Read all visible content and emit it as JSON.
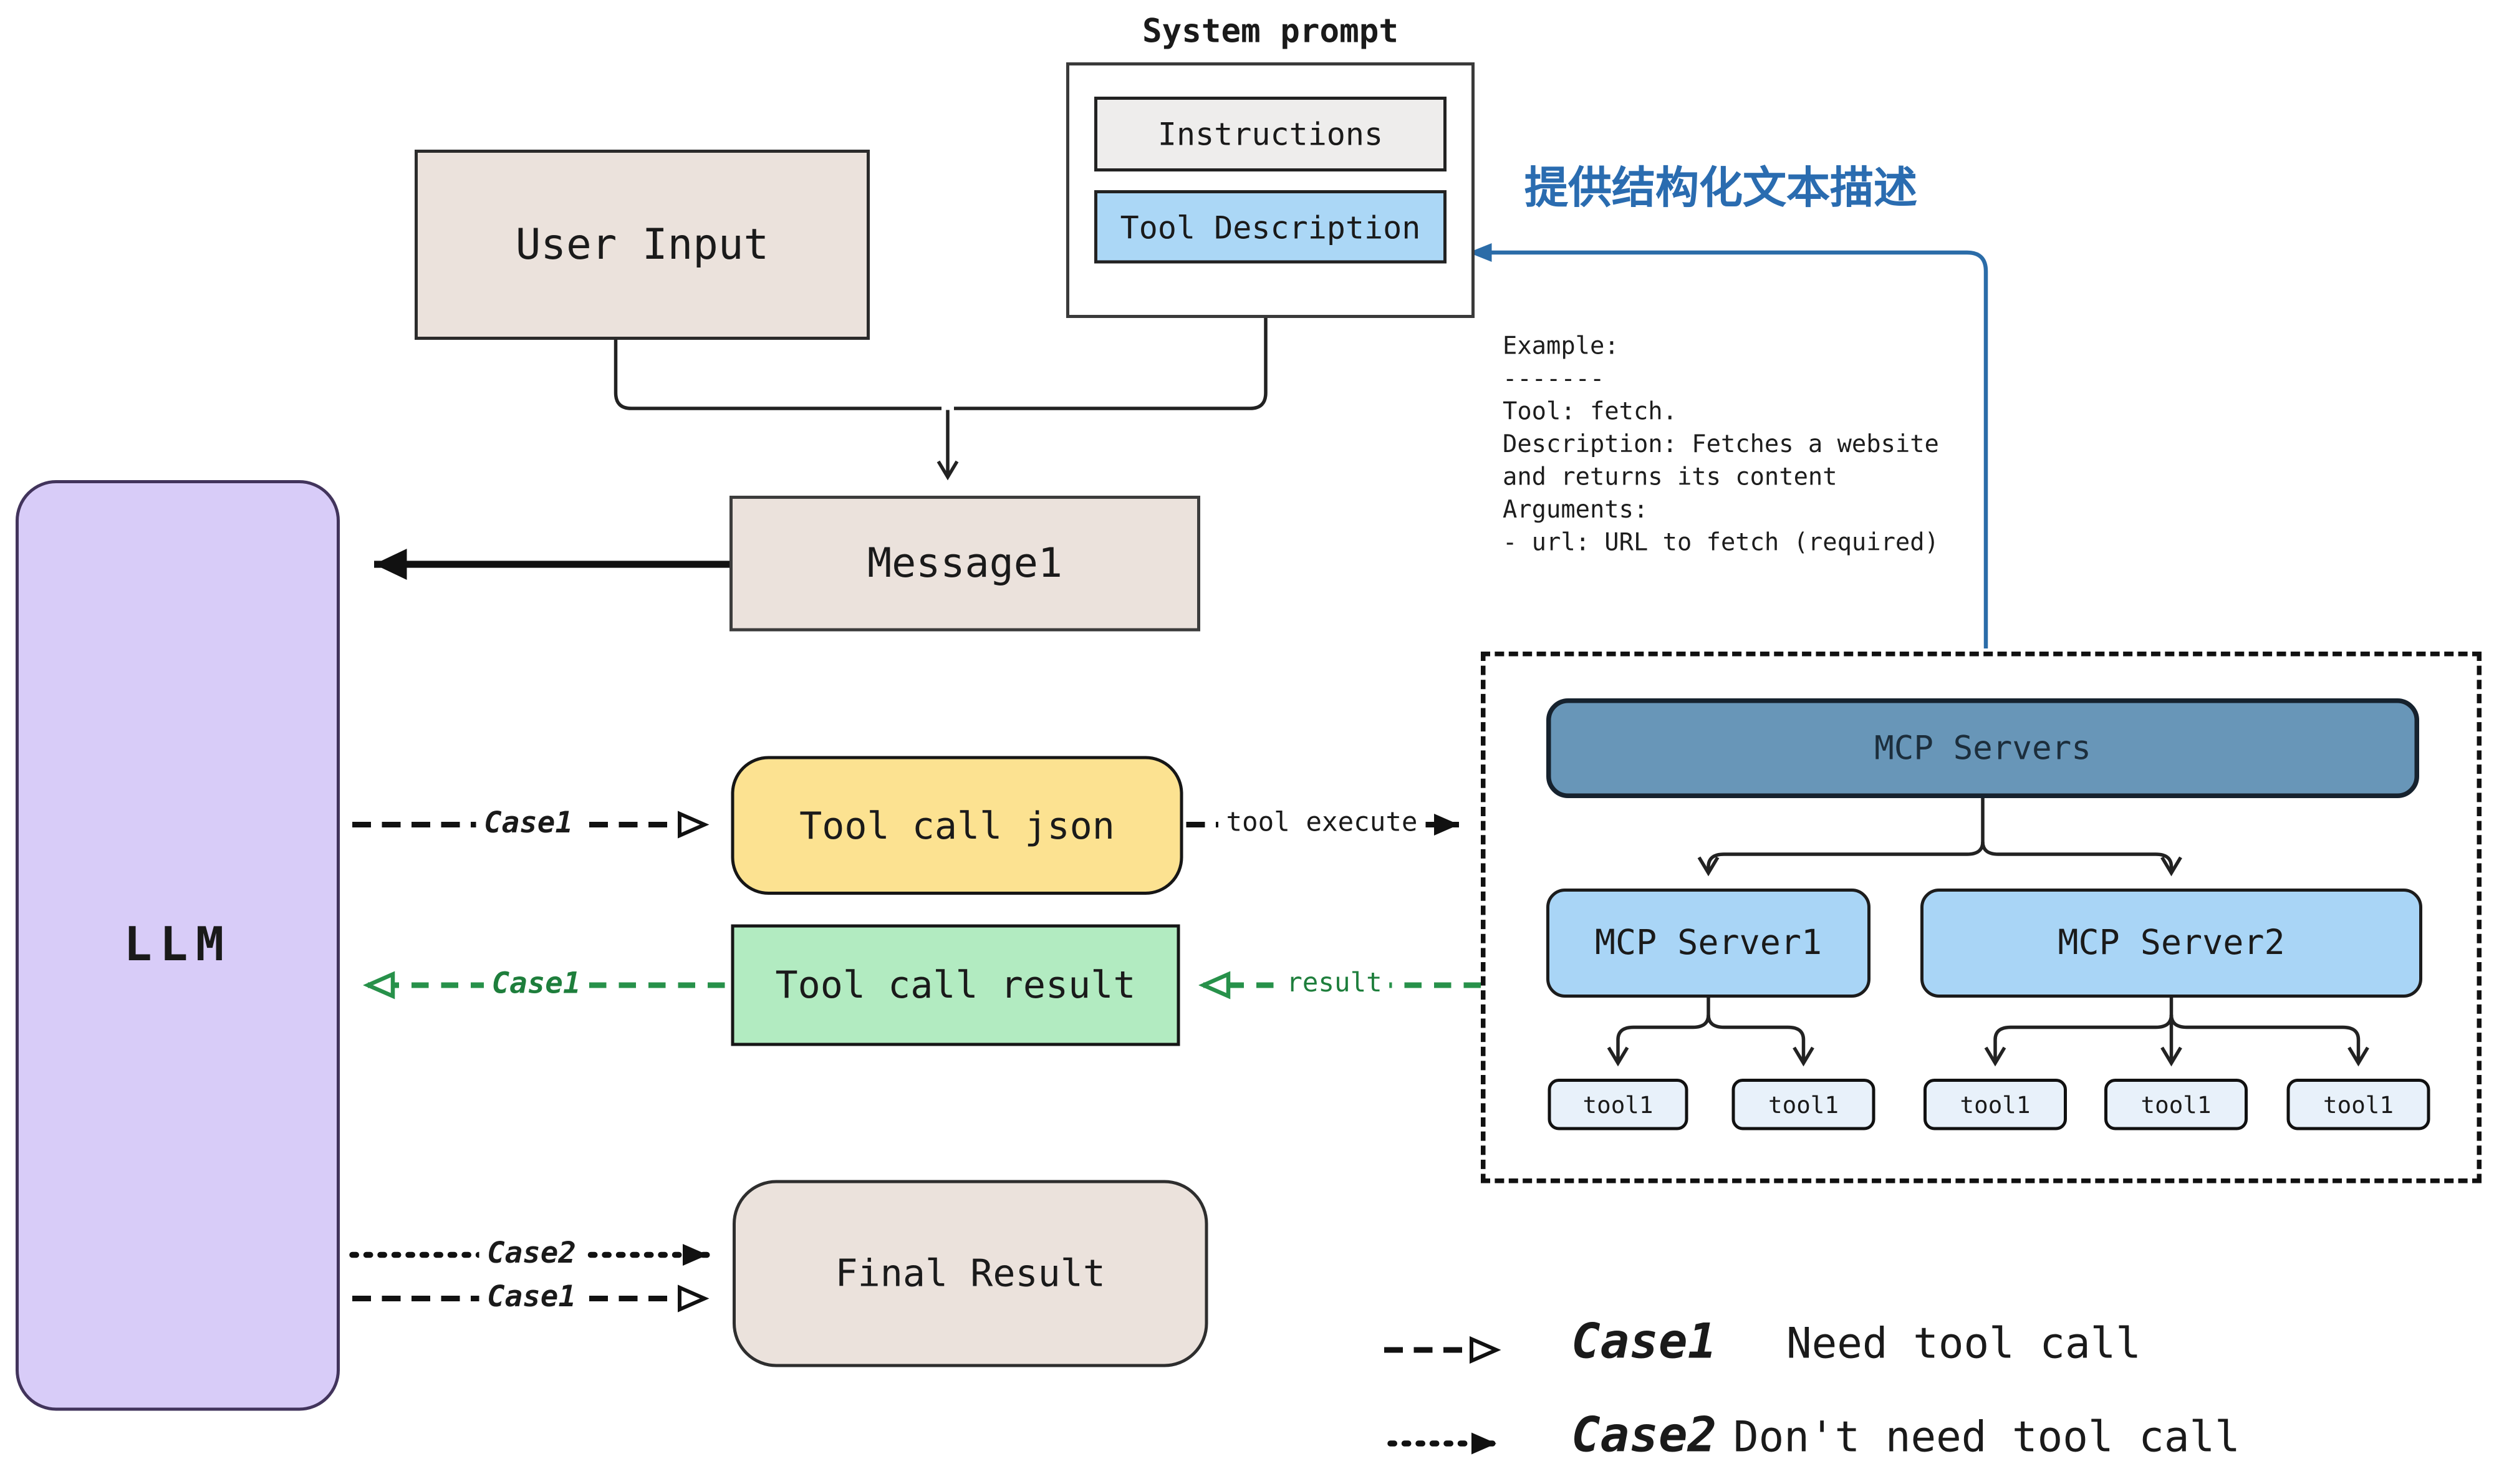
{
  "nodes": {
    "user_input": "User Input",
    "system_prompt": {
      "title": "System prompt",
      "instructions": "Instructions",
      "tool_description": "Tool Description"
    },
    "message1": "Message1",
    "llm": "LLM",
    "tool_call_json": "Tool call json",
    "tool_call_result": "Tool call result",
    "final_result": "Final Result",
    "mcp": {
      "servers": "MCP Servers",
      "server1": "MCP Server1",
      "server2": "MCP Server2",
      "server1_tools": [
        "tool1",
        "tool1"
      ],
      "server2_tools": [
        "tool1",
        "tool1",
        "tool1"
      ]
    }
  },
  "annotations": {
    "structured_text_note": "提供结构化文本描述",
    "example_block": "Example:\n-------\nTool: fetch.\nDescription: Fetches a website\nand returns its content\nArguments:\n- url: URL to fetch (required)"
  },
  "edges": {
    "llm_to_tool_json": "Case1",
    "tool_json_to_mcp": "tool execute",
    "mcp_to_tool_result": "result",
    "tool_result_to_llm": "Case1",
    "llm_to_final_dotted": "Case2",
    "llm_to_final_dashed": "Case1"
  },
  "legend": {
    "rows": [
      {
        "case_label": "Case1",
        "text": "Need tool call",
        "line_style": "dashed"
      },
      {
        "case_label": "Case2",
        "text": "Don't need tool call",
        "line_style": "dotted"
      }
    ]
  },
  "colors": {
    "llm_fill": "#d8ccf8",
    "beige_fill": "#ebe2dc",
    "yellow_fill": "#fce291",
    "green_fill": "#b2ebc1",
    "steel_blue_fill": "#6896b8",
    "light_blue_fill": "#a9d5f6",
    "pale_blue_fill": "#e8f1fa",
    "tool_description_fill": "#abd7f6",
    "instructions_fill": "#eeedec",
    "blue_accent": "#2b6ca8",
    "green_accent": "#27914a",
    "ink": "#111111"
  }
}
